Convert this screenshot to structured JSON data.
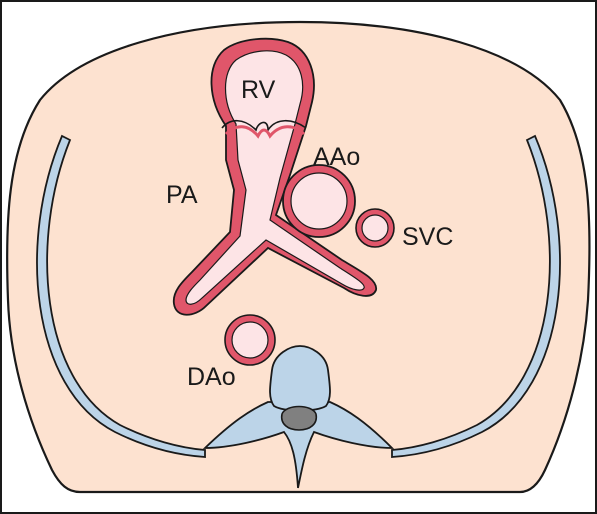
{
  "labels": {
    "rv": "RV",
    "pa": "PA",
    "aao": "AAo",
    "svc": "SVC",
    "dao": "DAo"
  },
  "colors": {
    "tissue": "#fde2d0",
    "vessel_wall": "#e0566a",
    "vessel_lumen": "#fde4e6",
    "rib": "#bcd4e8",
    "bone": "#bcd4e8",
    "canal": "#808080",
    "outline": "#1a1a1a"
  }
}
